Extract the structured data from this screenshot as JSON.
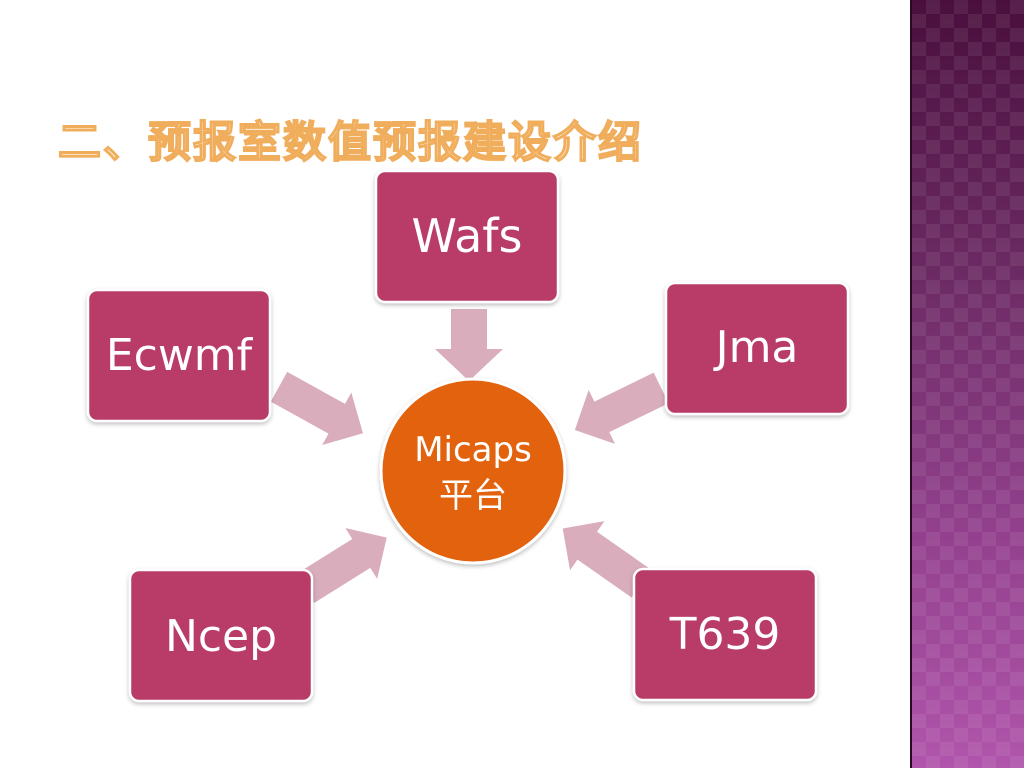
{
  "slide": {
    "title": "二、预报室数值预报建设介绍"
  },
  "diagram": {
    "center": {
      "line1": "Micaps",
      "line2": "平台"
    },
    "nodes": [
      {
        "id": "wafs",
        "label": "Wafs"
      },
      {
        "id": "ecwmf",
        "label": "Ecwmf"
      },
      {
        "id": "jma",
        "label": "Jma"
      },
      {
        "id": "ncep",
        "label": "Ncep"
      },
      {
        "id": "t639",
        "label": "T639"
      }
    ]
  },
  "colors": {
    "node_fill": "#b83b68",
    "center_fill": "#e2620f",
    "arrow_fill": "#d9adbb",
    "title_outline": "#f0ad5c",
    "side_band": "#6b2a63"
  }
}
